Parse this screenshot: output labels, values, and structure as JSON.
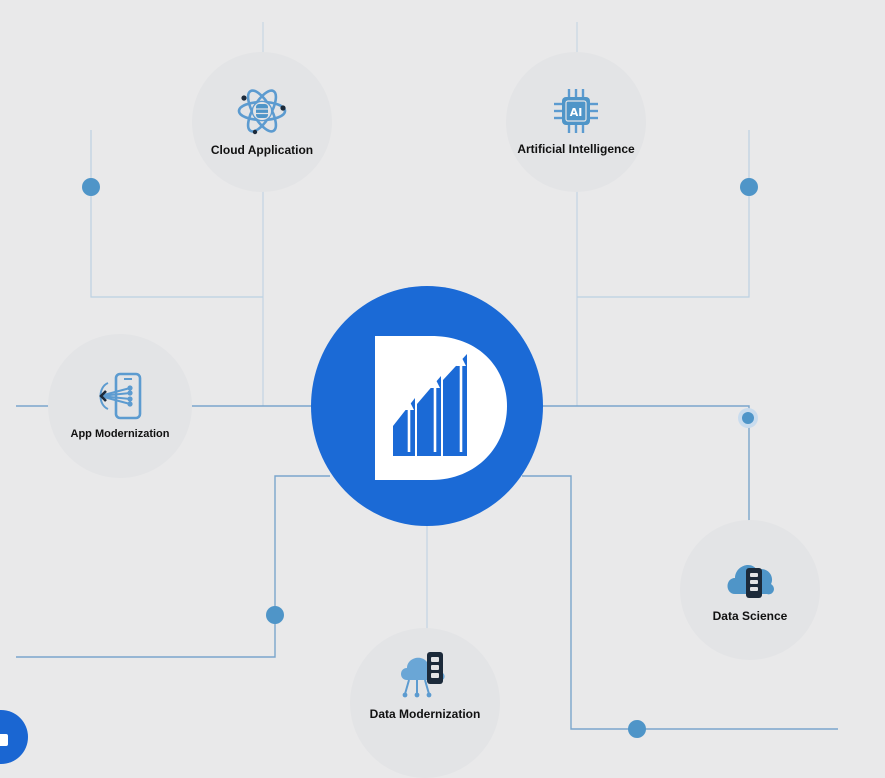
{
  "diagram": {
    "nodes": [
      {
        "id": "cloud",
        "label": "Cloud Application",
        "icon": "atom-database-icon"
      },
      {
        "id": "ai",
        "label": "Artificial Intelligence",
        "icon": "ai-chip-icon"
      },
      {
        "id": "app",
        "label": "App Modernization",
        "icon": "mobile-app-connections-icon"
      },
      {
        "id": "ds",
        "label": "Data Science",
        "icon": "cloud-server-icon"
      },
      {
        "id": "dm",
        "label": "Data Modernization",
        "icon": "cloud-storage-network-icon"
      }
    ],
    "hub_logo": "growth-d-logo",
    "colors": {
      "background": "#e9e9ea",
      "node_fill": "#e3e4e6",
      "hub_fill": "#1b6ad6",
      "icon_blue": "#4f95c8",
      "line": "#b7cde0",
      "line_dark": "#7aa5cc",
      "dot": "#4f95c8"
    }
  }
}
